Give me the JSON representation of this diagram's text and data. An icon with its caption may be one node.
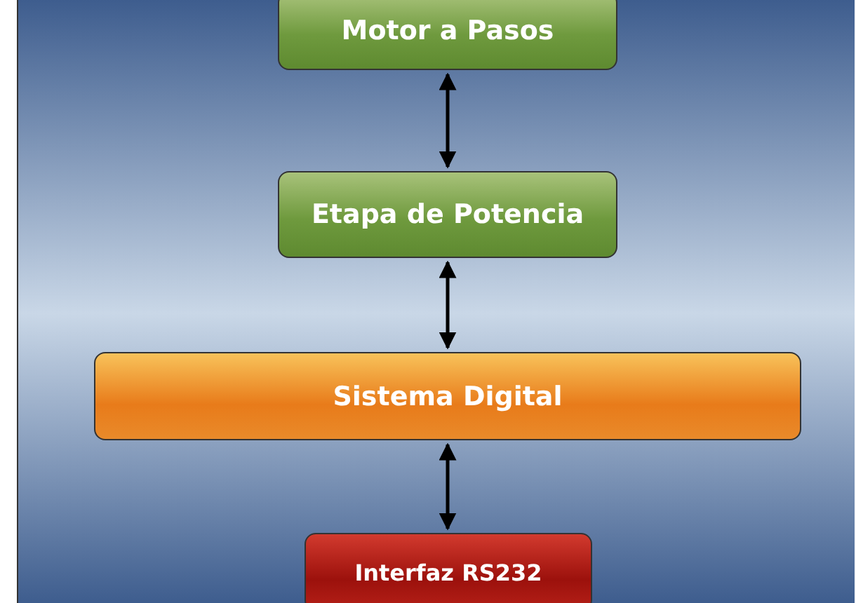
{
  "diagram": {
    "nodes": [
      {
        "text": [
          "Motor a Pasos"
        ]
      },
      {
        "text": [
          "Etapa de Potencia"
        ]
      },
      {
        "text": [
          "Sistema Digital"
        ]
      },
      {
        "text": [
          "Interfaz RS232"
        ]
      }
    ],
    "edges": [
      {
        "from": 0,
        "to": 1,
        "arrow": "both"
      },
      {
        "from": 1,
        "to": 2,
        "arrow": "both"
      },
      {
        "from": 2,
        "to": 3,
        "arrow": "both"
      }
    ]
  }
}
